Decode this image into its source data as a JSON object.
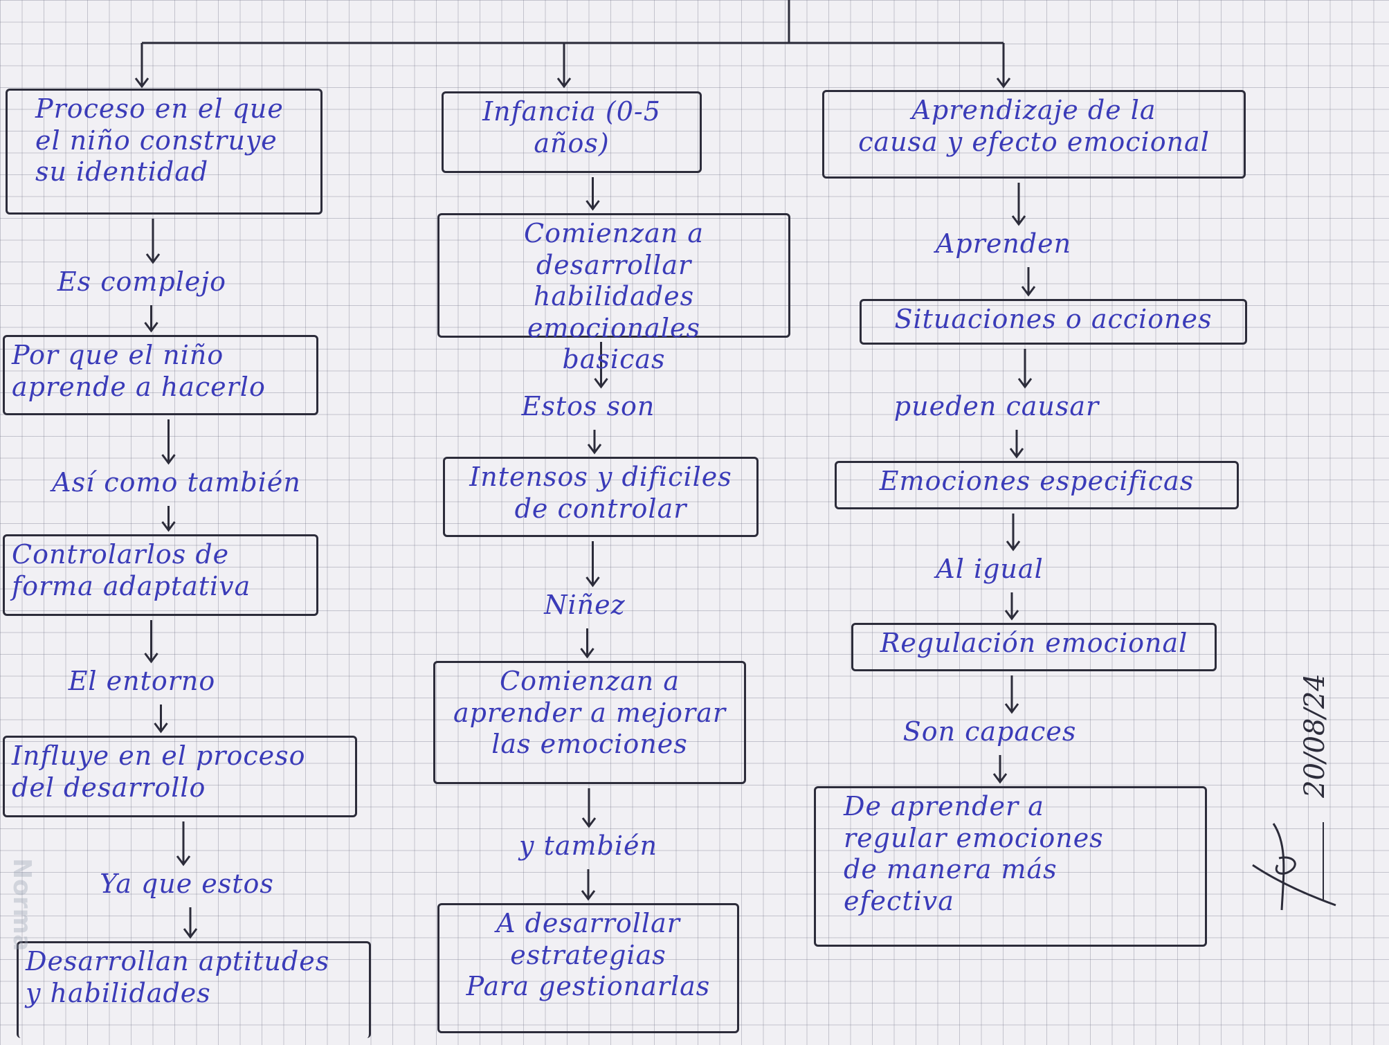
{
  "columns": {
    "left": [
      "Proceso en el que\nel niño construye\nsu identidad",
      "Es complejo",
      "Por que el niño\naprende a hacerlo",
      "Así como también",
      "Controlarlos de\nforma adaptativa",
      "El entorno",
      "Influye en el proceso\ndel desarrollo",
      "Ya que estos",
      "Desarrollan aptitudes\ny habilidades"
    ],
    "middle": [
      "Infancia (0-5\naños)",
      "Comienzan a desarrollar\nhabilidades emocionales\nbasicas",
      "Estos son",
      "Intensos y dificiles\nde controlar",
      "Niñez",
      "Comienzan a\naprender a mejorar\nlas emociones",
      "y también",
      "A desarrollar\nestrategias\nPara gestionarlas"
    ],
    "right": [
      "Aprendizaje de la\ncausa y efecto emocional",
      "Aprenden",
      "Situaciones o acciones",
      "pueden causar",
      "Emociones especificas",
      "Al igual",
      "Regulación emocional",
      "Son capaces",
      "De aprender a\nregular emociones\nde manera más\nefectiva"
    ]
  },
  "date": "20/08/24",
  "watermark": "Norma",
  "colors": {
    "ink": "#3a3bb8",
    "pencil": "#2c2c3a",
    "paper": "#f1f0f4",
    "grid": "#8c8ca0"
  }
}
